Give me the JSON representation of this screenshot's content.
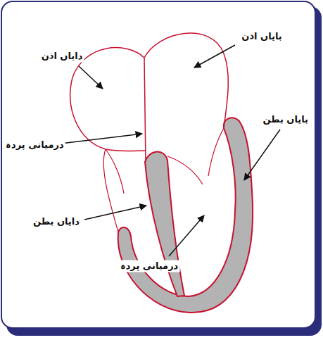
{
  "diagram": {
    "labels": [
      "بایاں اذن",
      "دایاں اذن",
      "بایاں بطن",
      "درمیانی پردہ",
      "دایاں بطن",
      "درمیانی پردہ"
    ]
  }
}
